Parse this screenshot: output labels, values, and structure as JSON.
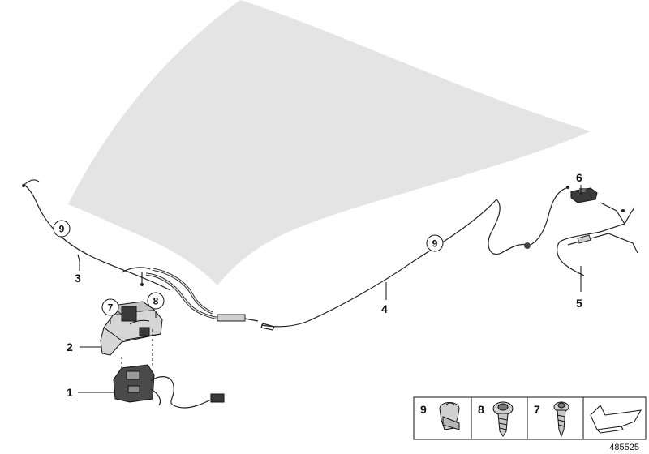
{
  "callouts": {
    "p1": "1",
    "p2": "2",
    "p3": "3",
    "p4": "4",
    "p5": "5",
    "p6": "6",
    "c7": "7",
    "c8": "8",
    "c9a": "9",
    "c9b": "9"
  },
  "legend": {
    "items": [
      {
        "number": "9",
        "icon": "clip-icon"
      },
      {
        "number": "8",
        "icon": "screw-washer-icon"
      },
      {
        "number": "7",
        "icon": "screw-icon"
      },
      {
        "number": "",
        "icon": "direction-arrow-icon"
      }
    ]
  },
  "catalog_number": "485525",
  "colors": {
    "hood": "#e4e4e4",
    "line": "#111111",
    "part_fill": "#d6d6d6"
  }
}
